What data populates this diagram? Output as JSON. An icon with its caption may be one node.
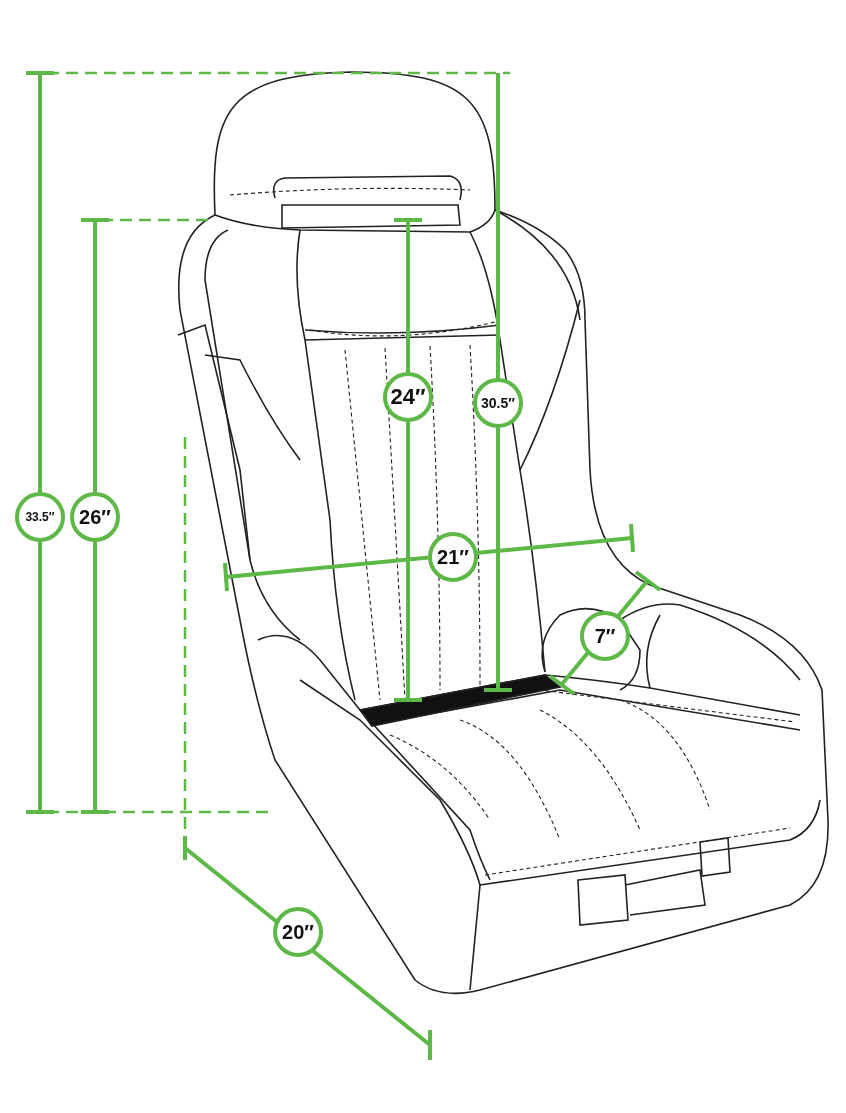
{
  "diagram": {
    "labels": [
      "24″",
      "30.5″",
      "33.5″",
      "26″",
      "21″",
      "7″",
      "20″"
    ]
  }
}
